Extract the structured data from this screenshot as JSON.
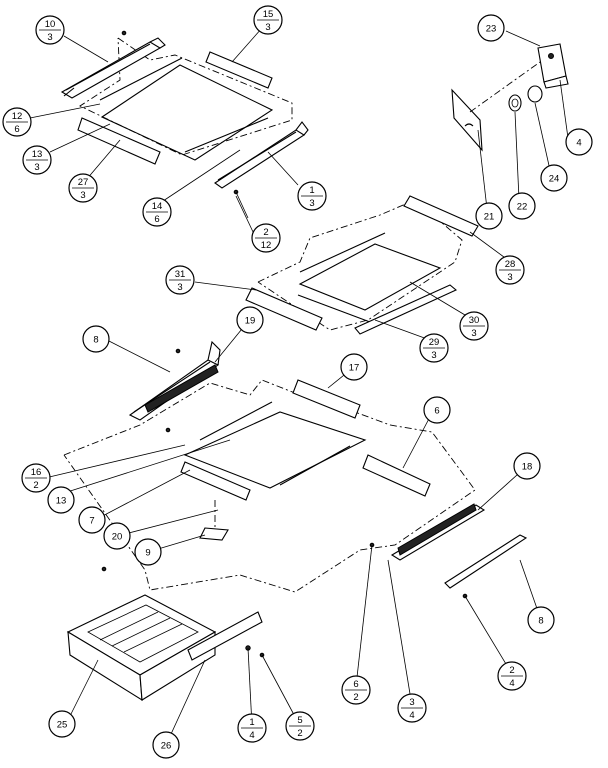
{
  "callouts": [
    {
      "id": "c10",
      "top": "10",
      "bottom": "3"
    },
    {
      "id": "c15",
      "top": "15",
      "bottom": "3"
    },
    {
      "id": "c23",
      "single": "23"
    },
    {
      "id": "c4a",
      "single": "4"
    },
    {
      "id": "c12",
      "top": "12",
      "bottom": "6"
    },
    {
      "id": "c13a",
      "top": "13",
      "bottom": "3"
    },
    {
      "id": "c27",
      "top": "27",
      "bottom": "3"
    },
    {
      "id": "c1",
      "top": "1",
      "bottom": "3"
    },
    {
      "id": "c14",
      "top": "14",
      "bottom": "6"
    },
    {
      "id": "c2a",
      "top": "2",
      "bottom": "12"
    },
    {
      "id": "c22",
      "single": "22"
    },
    {
      "id": "c24",
      "single": "24"
    },
    {
      "id": "c21",
      "single": "21"
    },
    {
      "id": "c28",
      "top": "28",
      "bottom": "3"
    },
    {
      "id": "c31",
      "top": "31",
      "bottom": "3"
    },
    {
      "id": "c30",
      "top": "30",
      "bottom": "3"
    },
    {
      "id": "c29",
      "top": "29",
      "bottom": "3"
    },
    {
      "id": "c8a",
      "single": "8"
    },
    {
      "id": "c19",
      "single": "19"
    },
    {
      "id": "c17",
      "single": "17"
    },
    {
      "id": "c6",
      "single": "6"
    },
    {
      "id": "c16",
      "top": "16",
      "bottom": "2"
    },
    {
      "id": "c13b",
      "single": "13"
    },
    {
      "id": "c7",
      "single": "7"
    },
    {
      "id": "c18",
      "single": "18"
    },
    {
      "id": "c20",
      "single": "20"
    },
    {
      "id": "c9",
      "single": "9"
    },
    {
      "id": "c8b",
      "single": "8"
    },
    {
      "id": "c2b",
      "top": "2",
      "bottom": "4"
    },
    {
      "id": "c6b",
      "top": "6",
      "bottom": "2"
    },
    {
      "id": "c3",
      "top": "3",
      "bottom": "4"
    },
    {
      "id": "c25",
      "single": "25"
    },
    {
      "id": "c1b",
      "top": "1",
      "bottom": "4"
    },
    {
      "id": "c5",
      "top": "5",
      "bottom": "2"
    },
    {
      "id": "c26",
      "single": "26"
    }
  ]
}
